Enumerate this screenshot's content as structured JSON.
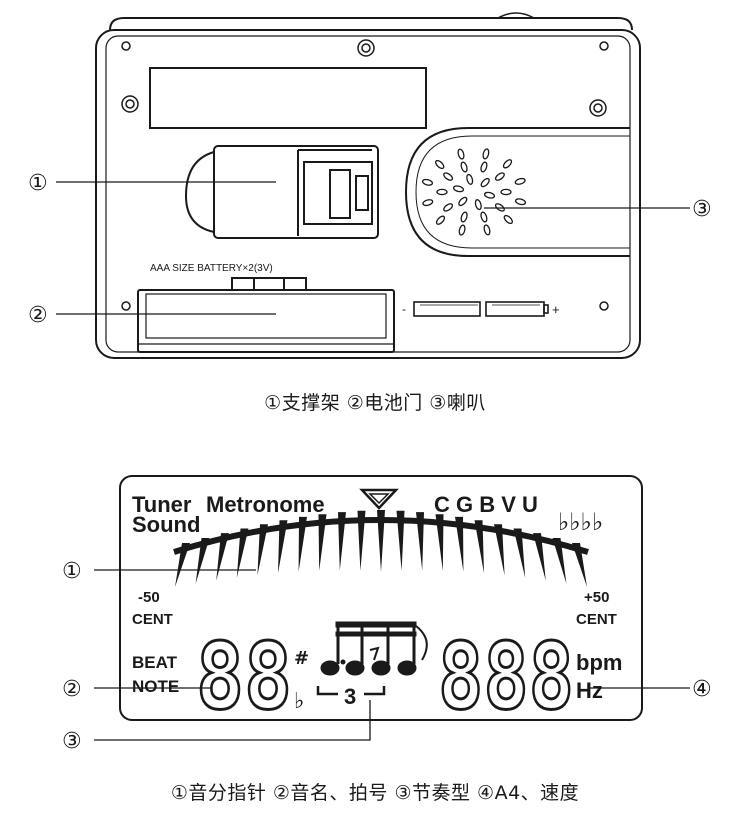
{
  "back_view": {
    "callouts": [
      "①",
      "②",
      "③"
    ],
    "battery_label": "AAA SIZE BATTERY×2(3V)",
    "polarity_minus": "-",
    "polarity_plus": "+",
    "caption": "①支撑架 ②电池门 ③喇叭"
  },
  "lcd_view": {
    "callouts": [
      "①",
      "②",
      "③",
      "④"
    ],
    "mode_tuner": "Tuner",
    "mode_metronome": "Metronome",
    "mode_sound": "Sound",
    "modes_right": "C G B V U",
    "flats": "♭♭♭♭",
    "minus50": "-50",
    "plus50": "+50",
    "cent": "CENT",
    "beat": "BEAT",
    "note": "NOTE",
    "sharp": "#",
    "flat": "♭",
    "digits_left": "88",
    "digits_right": "888",
    "triplet": "3",
    "bpm": "bpm",
    "hz": "Hz",
    "caption": "①音分指针 ②音名、拍号 ③节奏型 ④A4、速度"
  }
}
